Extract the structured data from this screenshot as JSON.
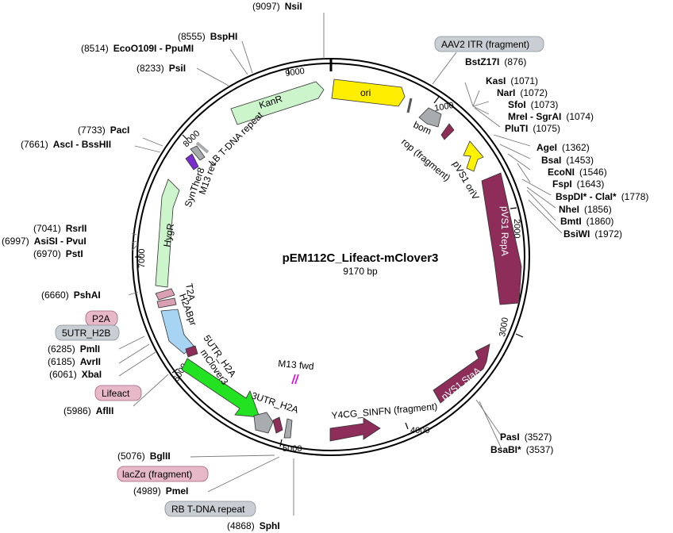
{
  "title": "pEM112C_Lifeact-mClover3",
  "size": "9170 bp",
  "total_bp": 9170,
  "ticks": [
    "1000",
    "2000",
    "3000",
    "4000",
    "5000",
    "6000",
    "7000",
    "8000",
    "9000"
  ],
  "enzymes": [
    {
      "pos": "(9097)",
      "name": "NsiI"
    },
    {
      "pos": "(8555)",
      "name": "BspHI"
    },
    {
      "pos": "(8514)",
      "name": "EcoO109I - PpuMI"
    },
    {
      "pos": "(8233)",
      "name": "PsiI"
    },
    {
      "pos": "(7733)",
      "name": "PacI"
    },
    {
      "pos": "(7661)",
      "name": "AscI - BssHII"
    },
    {
      "pos": "(7041)",
      "name": "RsrII"
    },
    {
      "pos": "(6997)",
      "name": "AsiSI - PvuI"
    },
    {
      "pos": "(6970)",
      "name": "PstI"
    },
    {
      "pos": "(6660)",
      "name": "PshAI"
    },
    {
      "pos": "(6285)",
      "name": "PmlI"
    },
    {
      "pos": "(6185)",
      "name": "AvrII"
    },
    {
      "pos": "(6061)",
      "name": "XbaI"
    },
    {
      "pos": "(5986)",
      "name": "AflII"
    },
    {
      "pos": "(5076)",
      "name": "BglII"
    },
    {
      "pos": "(4989)",
      "name": "PmeI"
    },
    {
      "pos": "(4868)",
      "name": "SphI"
    },
    {
      "pos": "(876)",
      "name": "BstZ17I"
    },
    {
      "pos": "(1071)",
      "name": "KasI"
    },
    {
      "pos": "(1072)",
      "name": "NarI"
    },
    {
      "pos": "(1073)",
      "name": "SfoI"
    },
    {
      "pos": "(1074)",
      "name": "MreI - SgrAI"
    },
    {
      "pos": "(1075)",
      "name": "PluTI"
    },
    {
      "pos": "(1362)",
      "name": "AgeI"
    },
    {
      "pos": "(1453)",
      "name": "BsaI"
    },
    {
      "pos": "(1546)",
      "name": "EcoNI"
    },
    {
      "pos": "(1643)",
      "name": "FspI"
    },
    {
      "pos": "(1778)",
      "name": "BspDI* - ClaI*"
    },
    {
      "pos": "(1856)",
      "name": "NheI"
    },
    {
      "pos": "(1860)",
      "name": "BmtI"
    },
    {
      "pos": "(1972)",
      "name": "BsiWI"
    },
    {
      "pos": "(3527)",
      "name": "PasI"
    },
    {
      "pos": "(3537)",
      "name": "BsaBI*"
    }
  ],
  "boxed": [
    {
      "text": "AAV2 ITR (fragment)",
      "color": "#c8ced3"
    },
    {
      "text": "P2A",
      "color": "#e6b8c8"
    },
    {
      "text": "5UTR_H2B",
      "color": "#c8ced3"
    },
    {
      "text": "Lifeact",
      "color": "#e6b8c8"
    },
    {
      "text": "lacZα (fragment)",
      "color": "#e6b8c8"
    },
    {
      "text": "RB T-DNA repeat",
      "color": "#c8ced3"
    }
  ],
  "features": [
    {
      "text": "ori"
    },
    {
      "text": "KanR"
    },
    {
      "text": "HygR"
    },
    {
      "text": "pVS1 RepA"
    },
    {
      "text": "pVS1 StaA"
    },
    {
      "text": "Y4CG_SINFN (fragment)"
    },
    {
      "text": "LB T-DNA repeat"
    },
    {
      "text": "SynTher8"
    },
    {
      "text": "M13 rev"
    },
    {
      "text": "bom"
    },
    {
      "text": "rop (fragment)"
    },
    {
      "text": "pVS1 oriV"
    },
    {
      "text": "T2A"
    },
    {
      "text": "H2ABpr"
    },
    {
      "text": "5UTR_H2A"
    },
    {
      "text": "mClover3"
    },
    {
      "text": "3UTR_H2A"
    },
    {
      "text": "M13 fwd"
    }
  ],
  "colors": {
    "ori": "#ffee00",
    "kanr": "#ccf5cc",
    "hygr": "#ccf5cc",
    "pvs1": "#8e2c5a",
    "gray": "#a9acae",
    "pink": "#d9a0b4",
    "h2abpr": "#a8d4f4",
    "mclover3": "#22e222",
    "oriV": "#fff200",
    "m13": "#e000e0",
    "synther": "#7a2ccf"
  }
}
